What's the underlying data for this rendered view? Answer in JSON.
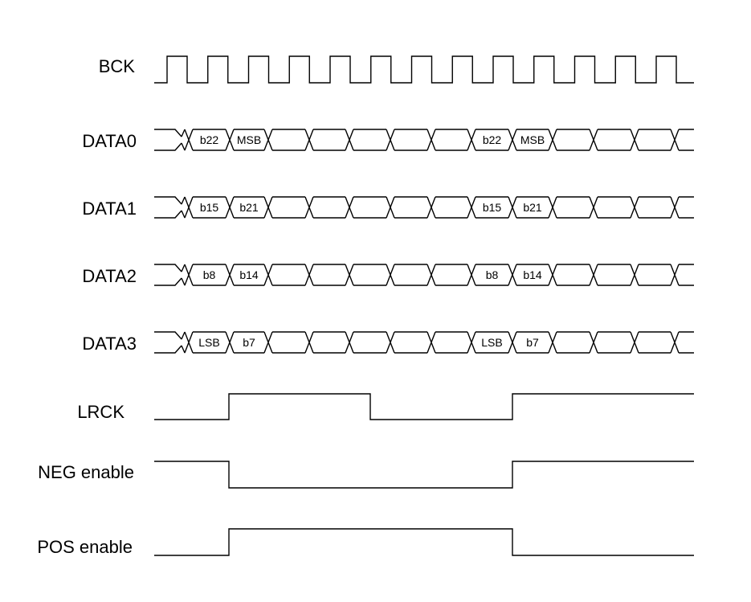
{
  "signals": {
    "bck": {
      "label": "BCK",
      "cycles": 13
    },
    "data": [
      {
        "label": "DATA0",
        "texts": [
          "b22",
          "MSB",
          "",
          "",
          "",
          "",
          "",
          "b22",
          "MSB",
          "",
          "",
          "",
          ""
        ]
      },
      {
        "label": "DATA1",
        "texts": [
          "b15",
          "b21",
          "",
          "",
          "",
          "",
          "",
          "b15",
          "b21",
          "",
          "",
          "",
          ""
        ]
      },
      {
        "label": "DATA2",
        "texts": [
          "b8",
          "b14",
          "",
          "",
          "",
          "",
          "",
          "b8",
          "b14",
          "",
          "",
          "",
          ""
        ]
      },
      {
        "label": "DATA3",
        "texts": [
          "LSB",
          "b7",
          "",
          "",
          "",
          "",
          "",
          "LSB",
          "b7",
          "",
          "",
          "",
          ""
        ]
      }
    ],
    "lrck": {
      "label": "LRCK",
      "levels": [
        0,
        1,
        1,
        1,
        0,
        0,
        0,
        0,
        1,
        1,
        1,
        1
      ]
    },
    "neg_enable": {
      "label": "NEG enable",
      "levels": [
        1,
        0,
        0,
        0,
        0,
        0,
        0,
        0,
        1,
        1,
        1,
        1
      ]
    },
    "pos_enable": {
      "label": "POS enable",
      "levels": [
        0,
        1,
        1,
        1,
        1,
        1,
        1,
        1,
        0,
        0,
        0,
        0
      ]
    }
  }
}
